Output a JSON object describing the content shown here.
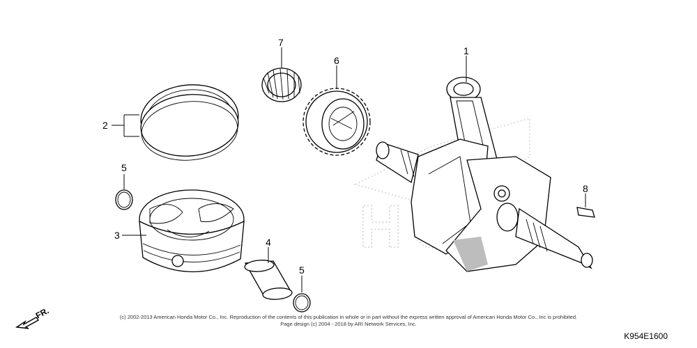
{
  "callouts": {
    "p1": "1",
    "p2": "2",
    "p3": "3",
    "p4": "4",
    "p5a": "5",
    "p5b": "5",
    "p6": "6",
    "p7": "7",
    "p8": "8"
  },
  "front_label": "FR.",
  "copyright": {
    "line1": "(c) 2002-2013 American Honda Motor Co., Inc. Reproduction of the contents of this publication in whole or in part without the express written approval of American Honda Motor Co., Inc is prohibited.",
    "line2": "Page design (c) 2004 - 2018 by ARI Network Services, Inc."
  },
  "diagram_code": "K954E1600"
}
